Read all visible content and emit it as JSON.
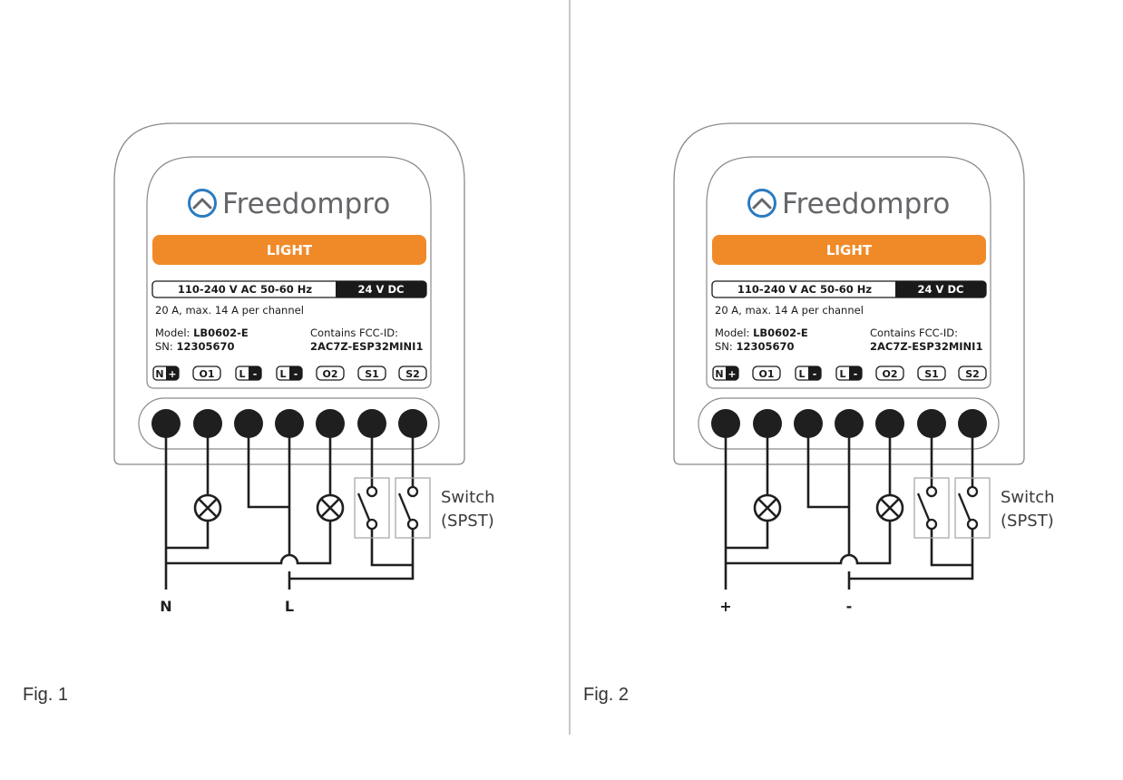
{
  "figures": [
    {
      "caption": "Fig. 1",
      "device": {
        "brand": "Freedompro",
        "type_label": "LIGHT",
        "voltage_ac": "110-240 V AC 50-60 Hz",
        "voltage_dc": "24 V DC",
        "current_rating": "20 A, max. 14 A per channel",
        "model_label": "Model: ",
        "model_value": "LB0602-E",
        "sn_label": "SN: ",
        "sn_value": "12305670",
        "fcc_label": "Contains FCC-ID:",
        "fcc_value": "2AC7Z-ESP32MINI1",
        "terminals": [
          {
            "main": "N",
            "badge": "+"
          },
          {
            "main": "O1",
            "badge": ""
          },
          {
            "main": "L",
            "badge": "-"
          },
          {
            "main": "L",
            "badge": "-"
          },
          {
            "main": "O2",
            "badge": ""
          },
          {
            "main": "S1",
            "badge": ""
          },
          {
            "main": "S2",
            "badge": ""
          }
        ]
      },
      "wire_labels": {
        "left": "N",
        "right": "L"
      },
      "switch_label_line1": "Switch",
      "switch_label_line2": "(SPST)"
    },
    {
      "caption": "Fig. 2",
      "device": {
        "brand": "Freedompro",
        "type_label": "LIGHT",
        "voltage_ac": "110-240 V AC 50-60 Hz",
        "voltage_dc": "24 V DC",
        "current_rating": "20 A, max. 14 A per channel",
        "model_label": "Model: ",
        "model_value": "LB0602-E",
        "sn_label": "SN: ",
        "sn_value": "12305670",
        "fcc_label": "Contains FCC-ID:",
        "fcc_value": "2AC7Z-ESP32MINI1",
        "terminals": [
          {
            "main": "N",
            "badge": "+"
          },
          {
            "main": "O1",
            "badge": ""
          },
          {
            "main": "L",
            "badge": "-"
          },
          {
            "main": "L",
            "badge": "-"
          },
          {
            "main": "O2",
            "badge": ""
          },
          {
            "main": "S1",
            "badge": ""
          },
          {
            "main": "S2",
            "badge": ""
          }
        ]
      },
      "wire_labels": {
        "left": "+",
        "right": "-"
      },
      "switch_label_line1": "Switch",
      "switch_label_line2": "(SPST)"
    }
  ],
  "colors": {
    "brand_blue": "#2b7bc0",
    "light_orange": "#f08a28",
    "wire": "#1f1f1f",
    "outline": "#8a8a8a"
  }
}
